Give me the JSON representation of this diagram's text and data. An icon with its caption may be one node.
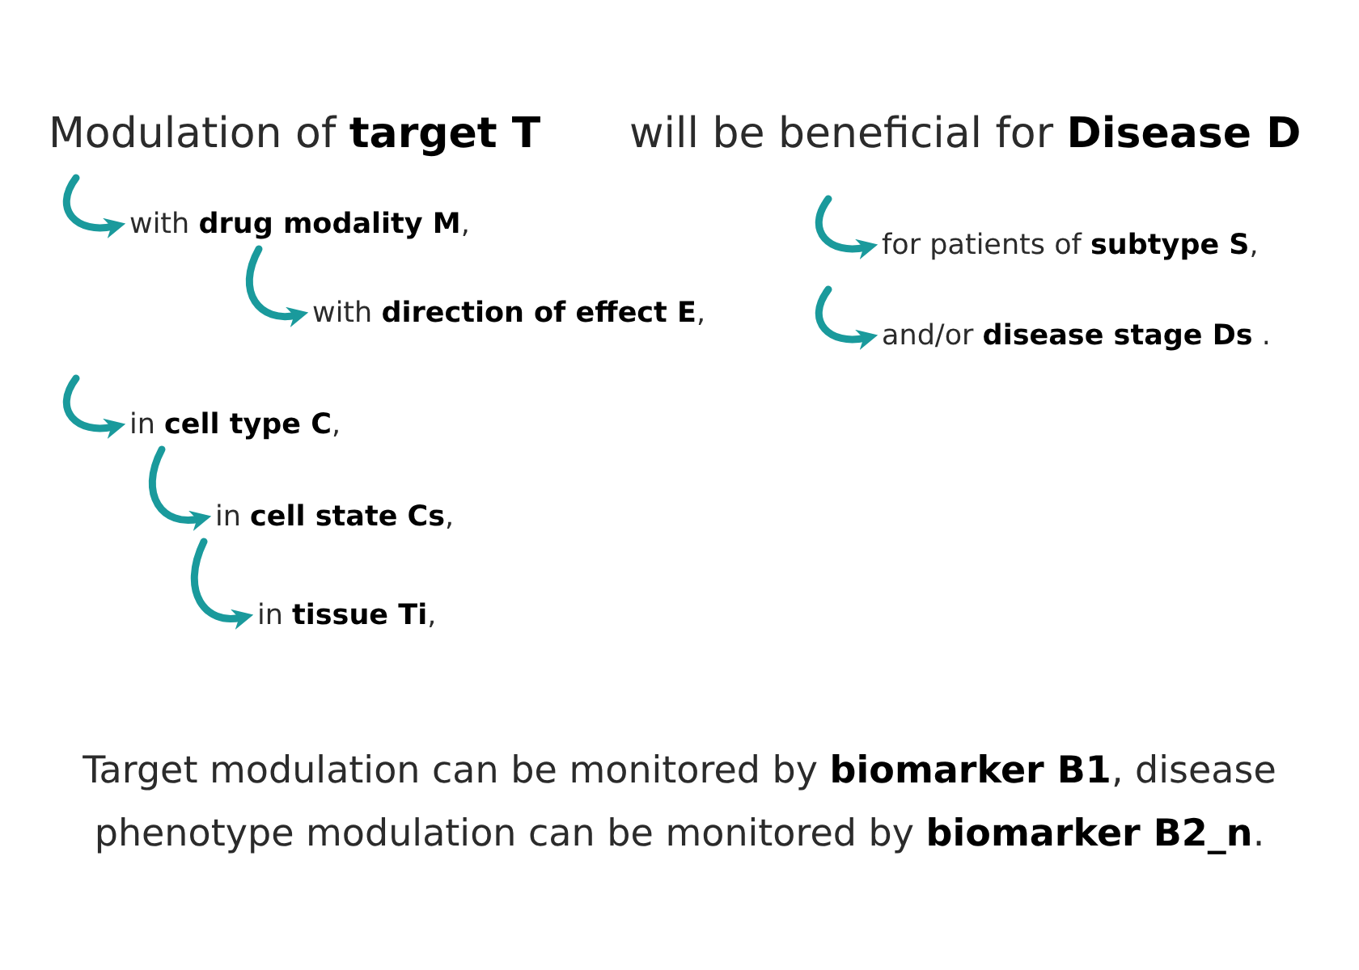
{
  "diagram": {
    "nodes": [
      {
        "text": [
          "with **drug modality M**,"
        ]
      },
      {
        "text": [
          "with **direction of effect E**,"
        ]
      },
      {
        "text": [
          "in **cell type C**,"
        ]
      },
      {
        "text": [
          "in **cell state Cs**,"
        ]
      },
      {
        "text": [
          "in **tissue Ti**,"
        ]
      },
      {
        "text": [
          "for patients of **subtype S**,"
        ]
      },
      {
        "text": [
          "and/or **disease stage Ds** ."
        ]
      }
    ],
    "edges": [
      {
        "from": null,
        "to": 0,
        "arrow": "to"
      },
      {
        "from": 0,
        "to": 1,
        "arrow": "to"
      },
      {
        "from": null,
        "to": 2,
        "arrow": "to"
      },
      {
        "from": 2,
        "to": 3,
        "arrow": "to"
      },
      {
        "from": 3,
        "to": 4,
        "arrow": "to"
      },
      {
        "from": null,
        "to": 5,
        "arrow": "to"
      },
      {
        "from": null,
        "to": 6,
        "arrow": "to"
      }
    ],
    "labels": [
      "Modulation of **target T**",
      "will be beneficial for **Disease D**",
      "Target modulation can be monitored by **biomarker B1**, disease phenotype modulation can be monitored by **biomarker B2_n**."
    ]
  }
}
